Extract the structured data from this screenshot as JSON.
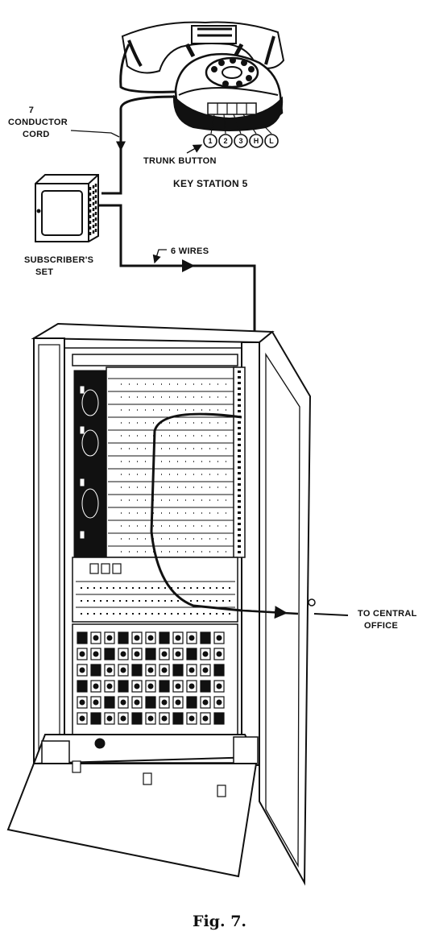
{
  "labels": {
    "conductor_cord_num": "7",
    "conductor_cord_1": "CONDUCTOR",
    "conductor_cord_2": "CORD",
    "trunk_button": "TRUNK BUTTON",
    "key_station": "KEY STATION 5",
    "subscribers_set_1": "SUBSCRIBER'S",
    "subscribers_set_2": "SET",
    "six_wires": "6 WIRES",
    "to_central_office_1": "TO CENTRAL",
    "to_central_office_2": "OFFICE"
  },
  "key_buttons": [
    "1",
    "2",
    "3",
    "H",
    "L"
  ],
  "caption": "Fig. 7.",
  "colors": {
    "ink": "#111111",
    "paper": "#ffffff"
  }
}
